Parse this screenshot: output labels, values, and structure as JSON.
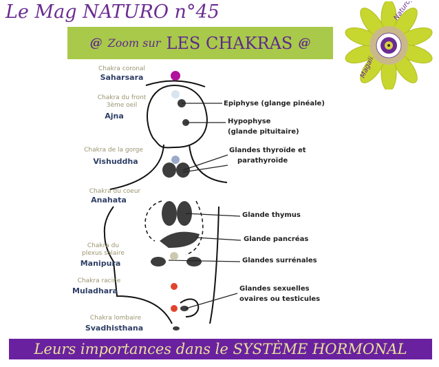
{
  "header": {
    "magazine_title": "Le Mag NATURO n°45",
    "zoom_prefix": "Zoom sur",
    "zoom_subject": "LES CHAKRAS",
    "swirl_icon": "@"
  },
  "logo": {
    "text_left": "Magali",
    "text_right": "Naturopathe"
  },
  "chakras": [
    {
      "label": "Chakra coronal",
      "name": "Saharsara"
    },
    {
      "label": "Chakra du front",
      "label2": "3ème oeil",
      "name": "Ajna"
    },
    {
      "label": "Chakra de la gorge",
      "name": "Vishuddha"
    },
    {
      "label": "Chakra du coeur",
      "name": "Anahata"
    },
    {
      "label": "Chakra du",
      "label2": "plexus  solaire",
      "name": "Manipura"
    },
    {
      "label": "Chakra racine",
      "name": "Muladhara"
    },
    {
      "label": "Chakra lombaire",
      "name": "Svadhisthana"
    }
  ],
  "glands": [
    {
      "line1": "Epiphyse (glange pinéale)"
    },
    {
      "line1": "Hypophyse",
      "line2": "(glande pituitaire)"
    },
    {
      "line1": "Glandes thyroïde et",
      "line2": "parathyroïde"
    },
    {
      "line1": "Glande thymus"
    },
    {
      "line1": "Glande pancréas"
    },
    {
      "line1": "Glandes surrénales"
    },
    {
      "line1": "Glandes sexuelles",
      "line2": "ovaires ou testicules"
    }
  ],
  "footer": {
    "text": "Leurs importances dans le SYSTÈME HORMONAL"
  },
  "colors": {
    "purple": "#6a21a0",
    "green": "#a9c94a",
    "yellow_text": "#e8e09a",
    "coronal": "#b0139c",
    "root": "#e0452c"
  }
}
